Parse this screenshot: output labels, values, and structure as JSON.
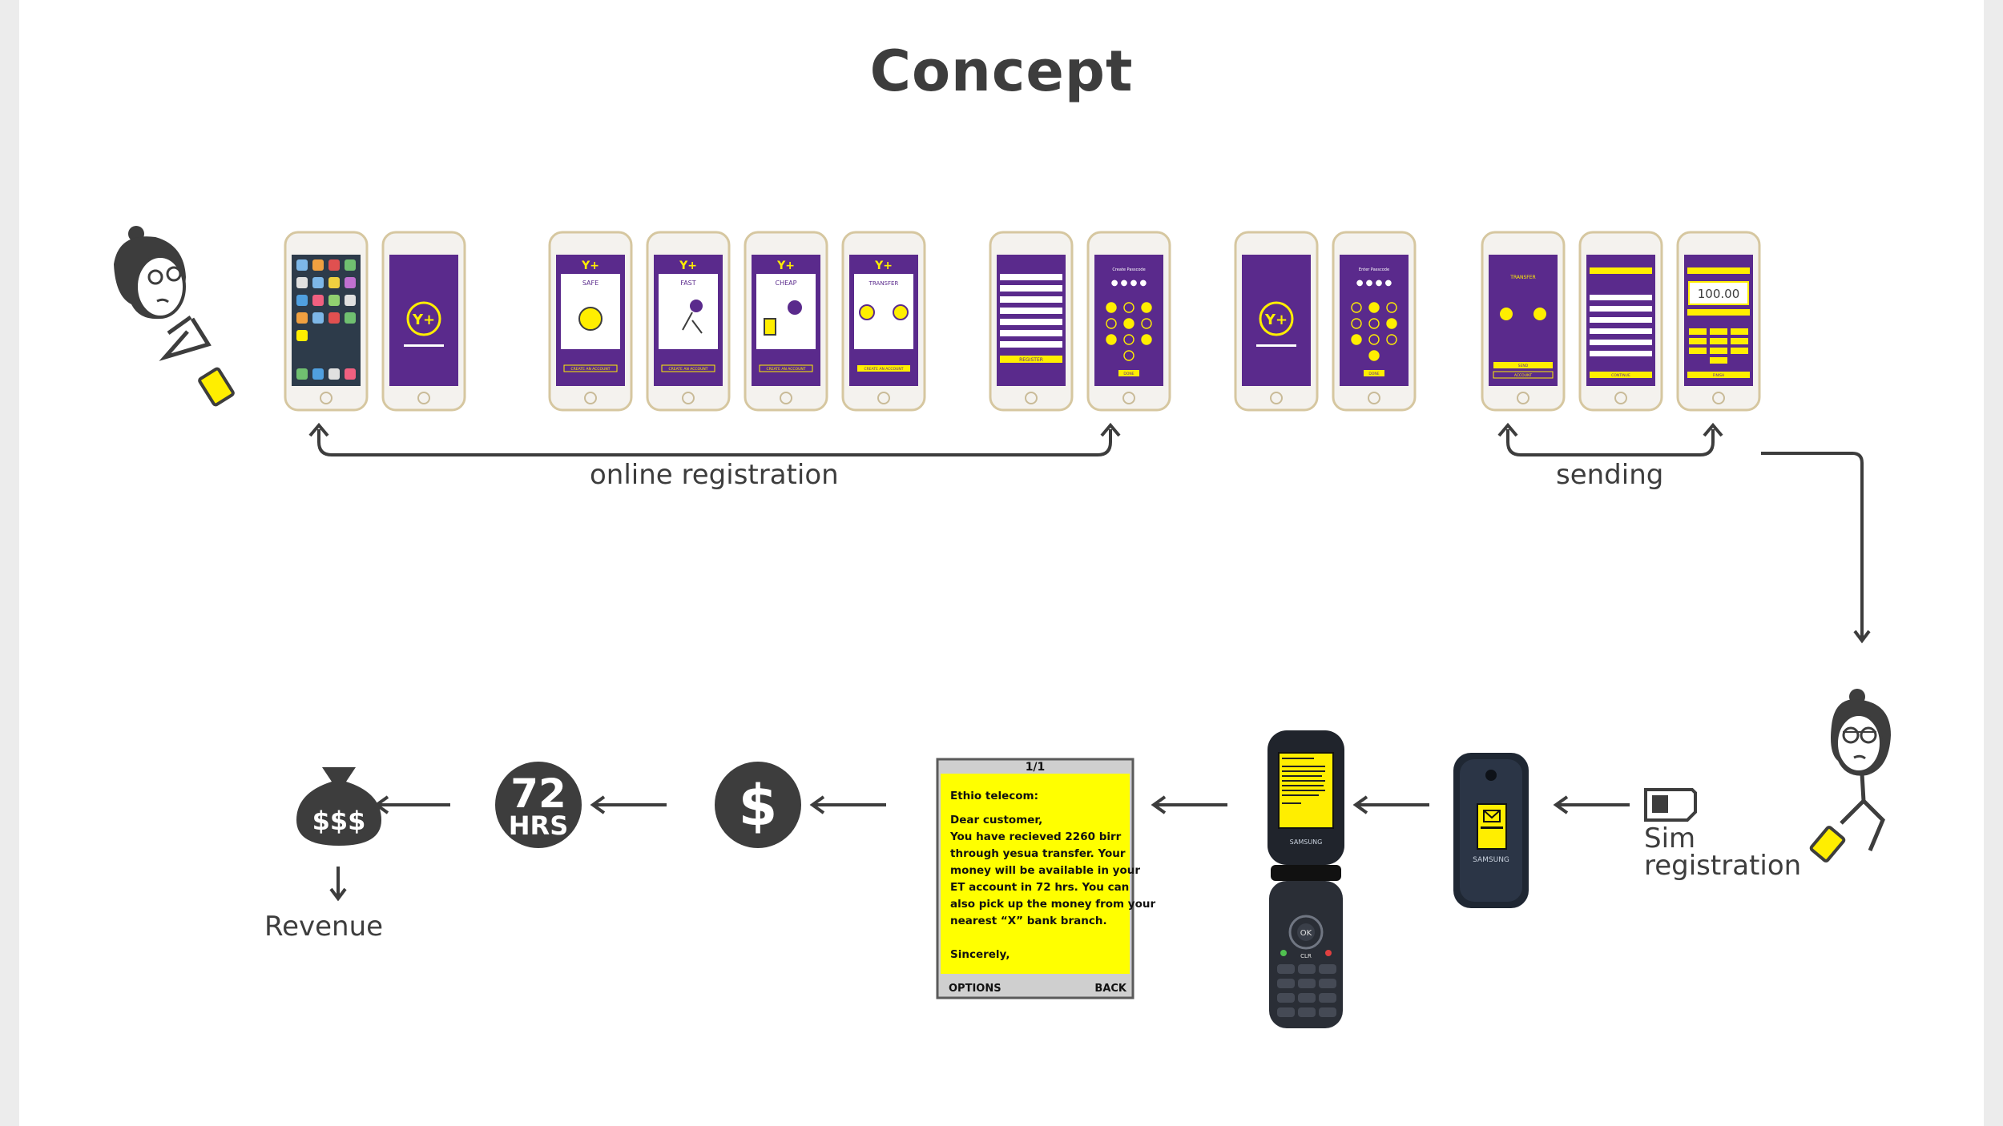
{
  "title": "Concept",
  "labels": {
    "online_registration": "online registration",
    "sending": "sending",
    "sim_registration_line1": "Sim",
    "sim_registration_line2": "registration",
    "revenue": "Revenue"
  },
  "icons": {
    "money_bag": "$$$",
    "hours_number": "72",
    "hours_unit": "HRS",
    "dollar": "$"
  },
  "app": {
    "logo": "Y+",
    "onboarding": [
      {
        "heading": "SAFE",
        "button": "CREATE AN ACCOUNT"
      },
      {
        "heading": "FAST",
        "button": "CREATE AN ACCOUNT"
      },
      {
        "heading": "CHEAP",
        "button": "CREATE AN ACCOUNT"
      },
      {
        "heading": "TRANSFER",
        "button": "CREATE AN ACCOUNT"
      }
    ],
    "register_button": "REGISTER",
    "create_passcode": "Create Passcode",
    "enter_passcode": "Enter Passcode",
    "passcode_button": "DONE",
    "send_heading": "TRANSFER",
    "send_button": "SEND",
    "account_button": "ACCOUNT",
    "continue_button": "CONTINUE",
    "amount": "100.00",
    "finish_button": "FINISH"
  },
  "sms": {
    "page": "1/1",
    "sender": "Ethio telecom:",
    "body_lines": [
      "Dear customer,",
      "You have recieved 2260 birr",
      "through yesua transfer. Your",
      "money will be available in your",
      "ET account in 72 hrs. You can",
      "also pick up the money from your",
      "nearest “X” bank branch."
    ],
    "closing": "Sincerely,",
    "left_softkey": "OPTIONS",
    "right_softkey": "BACK"
  },
  "flip_phone": {
    "brand": "SAMSUNG",
    "ok_key": "OK",
    "clr_key": "CLR"
  },
  "colors": {
    "accent_yellow": "#ffee00",
    "app_purple": "#5a2a8c",
    "ink": "#3d3d3d"
  }
}
